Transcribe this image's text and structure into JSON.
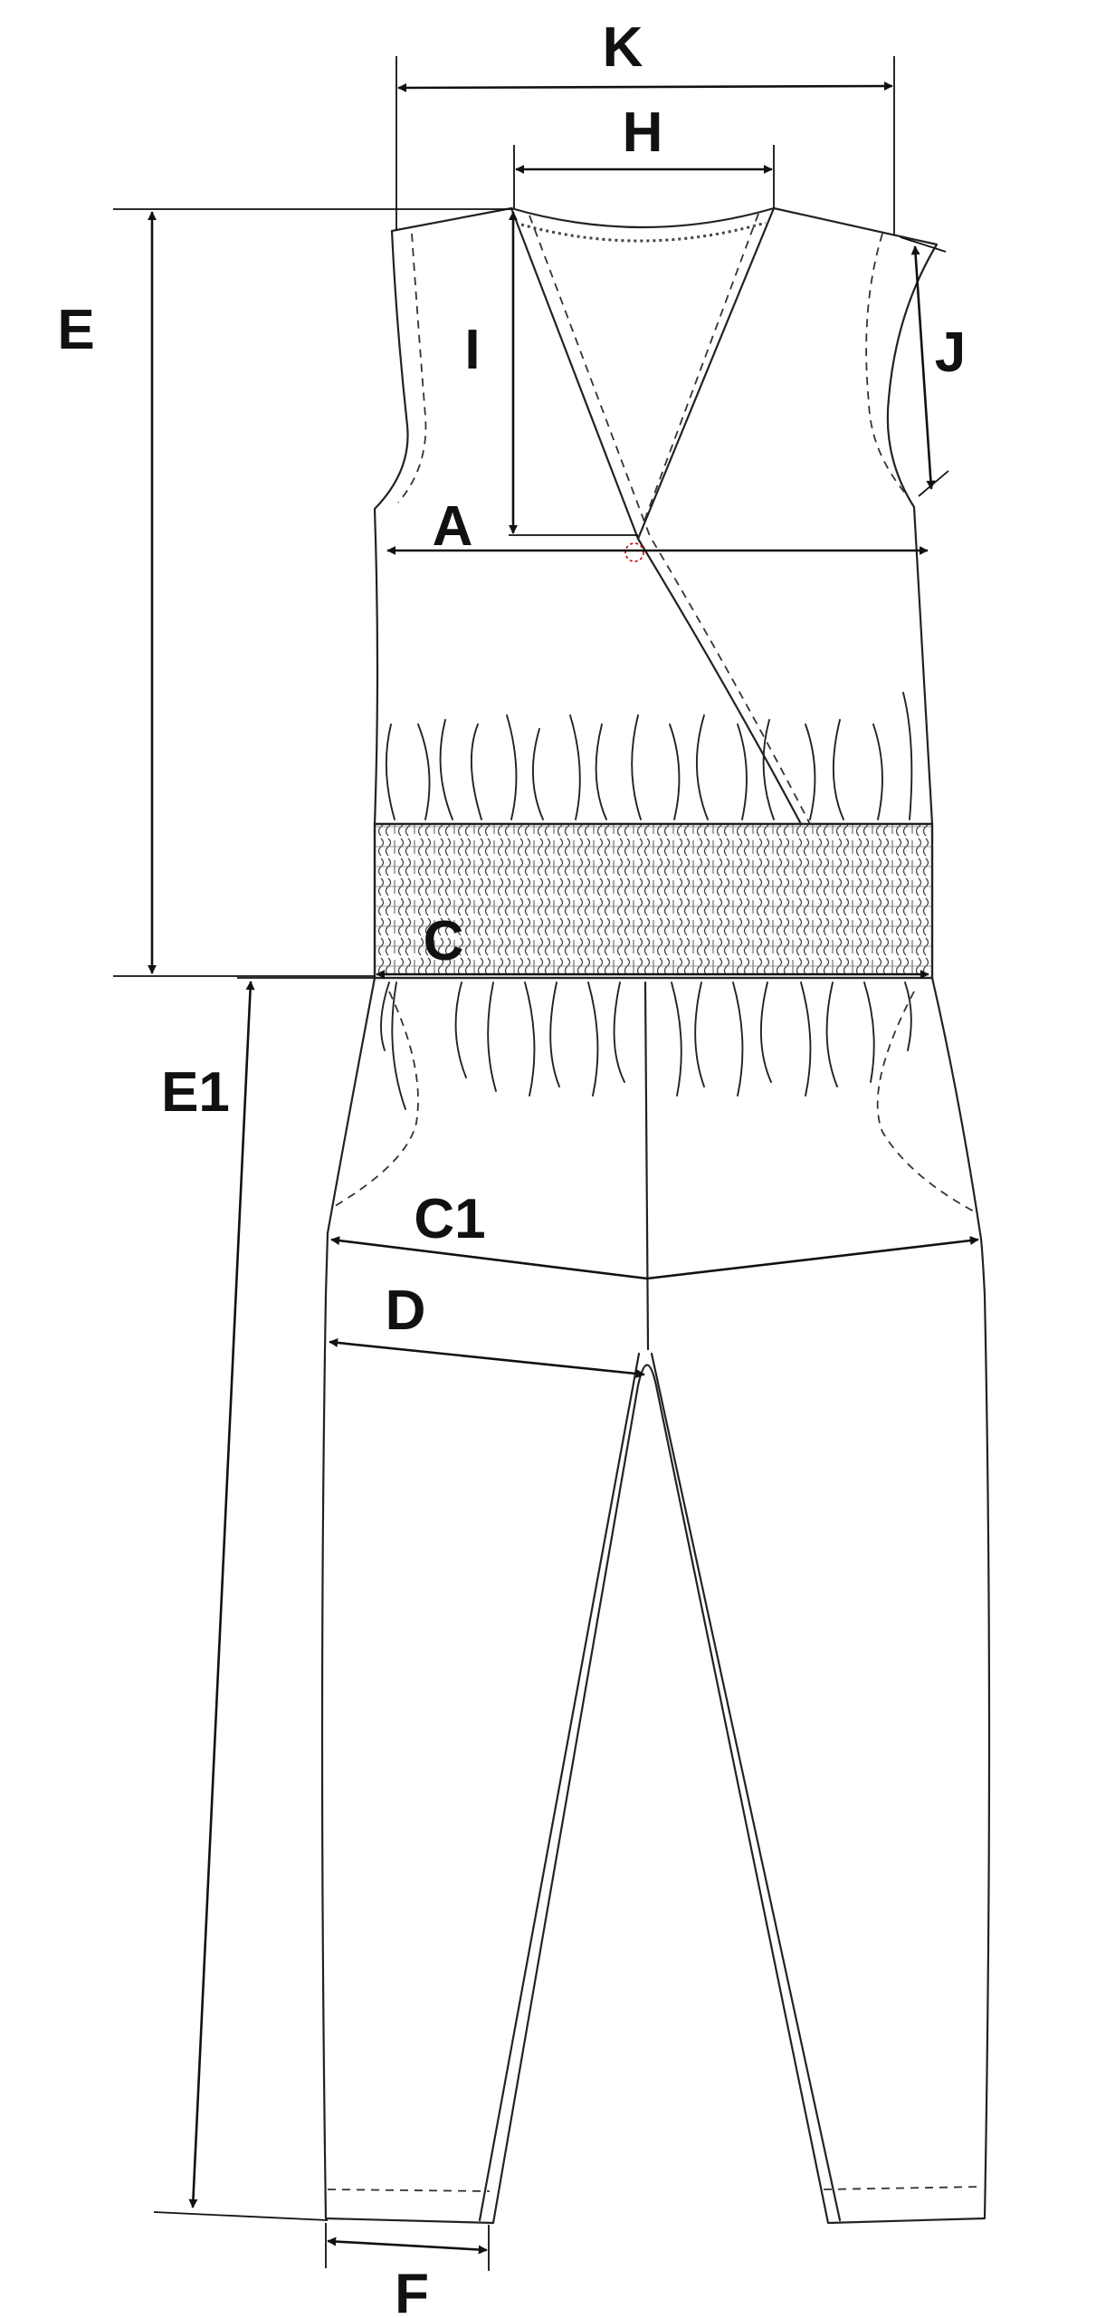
{
  "labels": {
    "K": "K",
    "H": "H",
    "E": "E",
    "I": "I",
    "J": "J",
    "A": "A",
    "C": "C",
    "E1": "E1",
    "C1": "C1",
    "D": "D",
    "F": "F"
  },
  "colors": {
    "line": "#222222",
    "background": "#ffffff",
    "marker": "#cc0000"
  }
}
